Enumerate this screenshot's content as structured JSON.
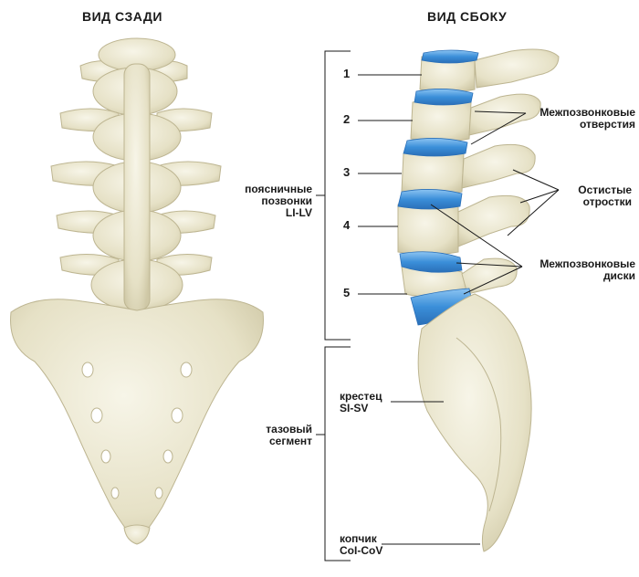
{
  "titles": {
    "back_view": "ВИД СЗАДИ",
    "side_view": "ВИД СБОКУ"
  },
  "vertebra_numbers": [
    "1",
    "2",
    "3",
    "4",
    "5"
  ],
  "labels": {
    "lumbar_line1": "поясничные",
    "lumbar_line2": "позвонки",
    "lumbar_line3": "LI-LV",
    "pelvic_line1": "тазовый",
    "pelvic_line2": "сегмент",
    "sacrum_line1": "крестец",
    "sacrum_line2": "SI-SV",
    "coccyx_line1": "копчик",
    "coccyx_line2": "CoI-CoV",
    "foramina_line1": "Межпозвонковые",
    "foramina_line2": "отверстия",
    "spinous_line1": "Остистые",
    "spinous_line2": "отростки",
    "discs_line1": "Межпозвонковые",
    "discs_line2": "диски"
  },
  "colors": {
    "bone": "#eae6cf",
    "bone_shadow": "#cfc9aa",
    "disc": "#3b8fd9",
    "line": "#1a1a1a"
  }
}
